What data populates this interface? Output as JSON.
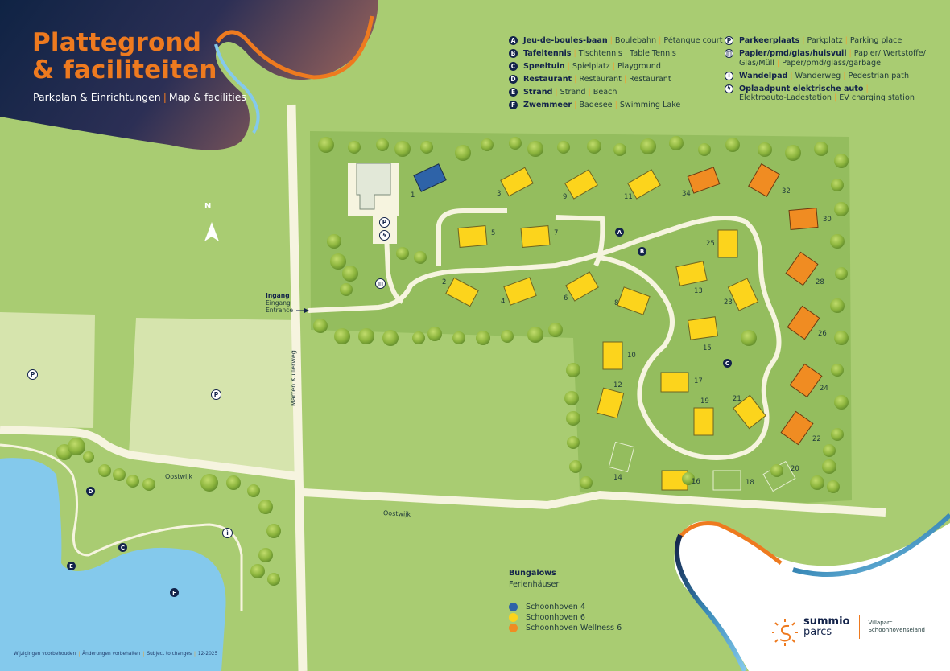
{
  "header": {
    "title_line1": "Plattegrond",
    "title_line2": "& faciliteiten",
    "subtitle_de": "Parkplan & Einrichtungen",
    "subtitle_en": "Map & facilities"
  },
  "legend_facilities": [
    {
      "key": "A",
      "nl": "Jeu-de-boules-baan",
      "de": "Boulebahn",
      "en": "Pétanque court"
    },
    {
      "key": "B",
      "nl": "Tafeltennis",
      "de": "Tischtennis",
      "en": "Table Tennis"
    },
    {
      "key": "C",
      "nl": "Speeltuin",
      "de": "Spielplatz",
      "en": "Playground"
    },
    {
      "key": "D",
      "nl": "Restaurant",
      "de": "Restaurant",
      "en": "Restaurant"
    },
    {
      "key": "E",
      "nl": "Strand",
      "de": "Strand",
      "en": "Beach"
    },
    {
      "key": "F",
      "nl": "Zwemmeer",
      "de": "Badesee",
      "en": "Swimming Lake"
    }
  ],
  "legend_icons": [
    {
      "icon": "parking-icon",
      "glyph": "P",
      "nl": "Parkeerplaats",
      "de": "Parkplatz",
      "en": "Parking place"
    },
    {
      "icon": "waste-bin-icon",
      "glyph": "▥",
      "nl": "Papier/pmd/glas/huisvuil",
      "de": "Papier/ Wertstoffe/ Glas/Müll",
      "en": "Paper/pmd/glass/garbage"
    },
    {
      "icon": "pedestrian-icon",
      "glyph": "🚶",
      "nl": "Wandelpad",
      "de": "Wanderweg",
      "en": "Pedestrian path"
    },
    {
      "icon": "ev-charging-icon",
      "glyph": "⚡",
      "nl": "Oplaadpunt elektrische auto",
      "de": "Elektroauto-Ladestation",
      "en": "EV charging station"
    }
  ],
  "map": {
    "north_label": "N",
    "entrance": {
      "nl": "Ingang",
      "de": "Eingang",
      "en": "Entrance"
    },
    "roads": {
      "vertical": "Marten Kuilerweg",
      "horizontal": "Oostwijk"
    },
    "bungalow_numbers": [
      "1",
      "2",
      "3",
      "4",
      "5",
      "6",
      "7",
      "8",
      "9",
      "10",
      "11",
      "12",
      "13",
      "14",
      "15",
      "16",
      "17",
      "18",
      "19",
      "20",
      "21",
      "22",
      "23",
      "24",
      "25",
      "26",
      "28",
      "30",
      "32",
      "34"
    ]
  },
  "bungalow_legend": {
    "title": "Bungalows",
    "subtitle": "Ferienhäuser",
    "types": [
      {
        "label": "Schoonhoven 4",
        "color": "#2e63a8"
      },
      {
        "label": "Schoonhoven 6",
        "color": "#fcd41c"
      },
      {
        "label": "Schoonhoven Wellness 6",
        "color": "#f08c22"
      }
    ]
  },
  "footer": {
    "nl": "Wijzigingen voorbehouden",
    "de": "Änderungen vorbehalten",
    "en": "Subject to changes",
    "date": "12-2025"
  },
  "brand": {
    "name1": "summio",
    "name2": "parcs",
    "park1": "Villaparc",
    "park2": "Schoonhovenseland"
  },
  "colors": {
    "grass": "#a9cc72",
    "park_area": "#94bd5e",
    "road": "#f6f4df",
    "water": "#84c9ec",
    "navy": "#13234a",
    "accent_orange": "#ee7a1f"
  }
}
